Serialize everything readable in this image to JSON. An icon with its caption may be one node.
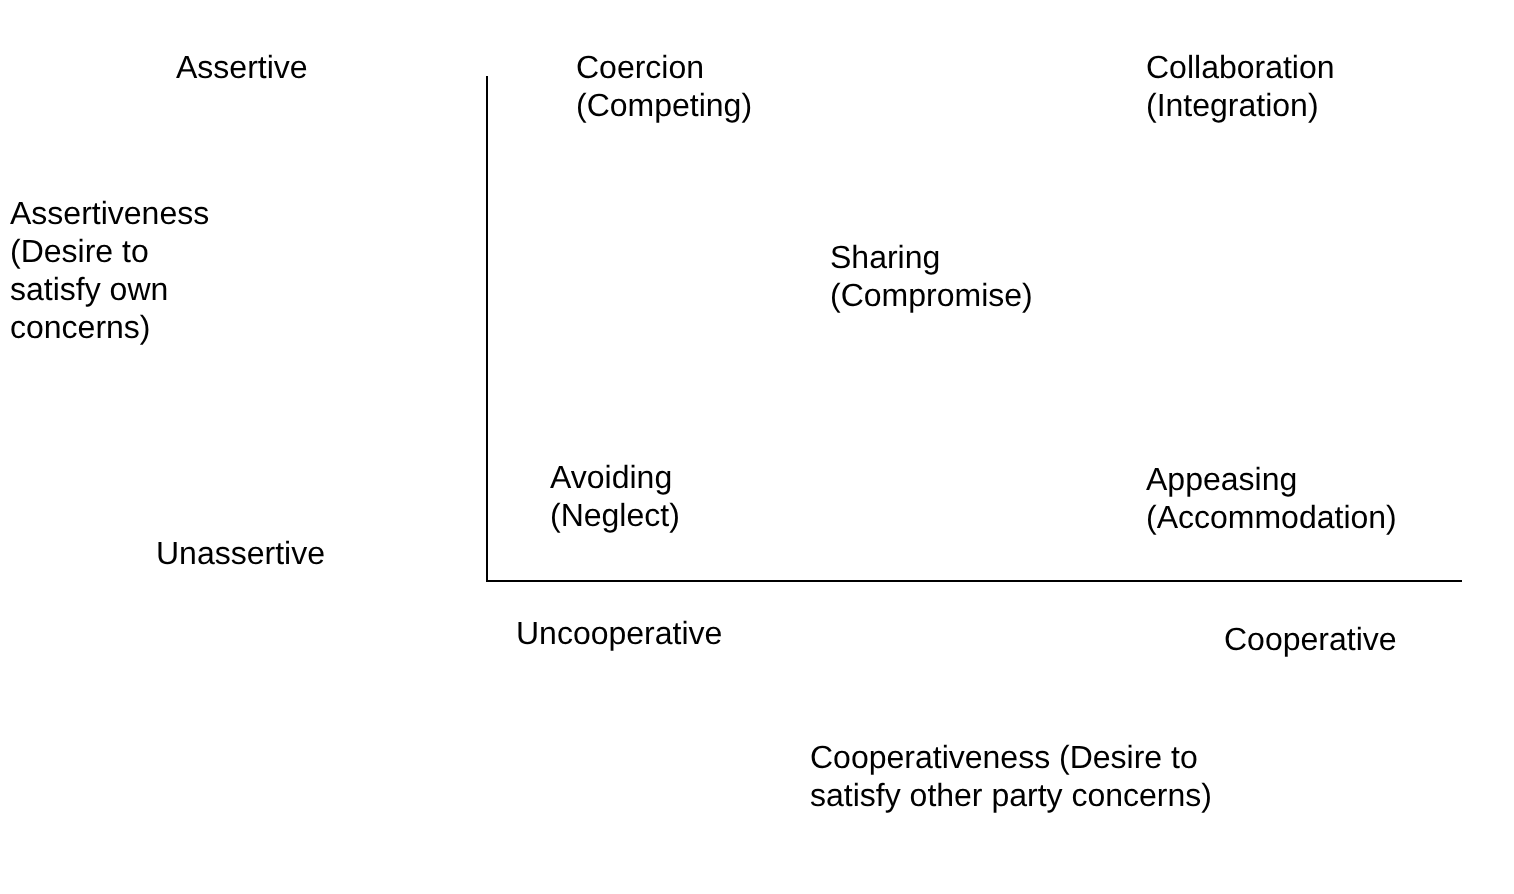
{
  "diagram": {
    "labels": [
      "Assertive",
      "Coercion (Competing)",
      "Collaboration (Integration)",
      "Assertiveness (Desire to satisfy own concerns)",
      "Sharing (Compromise)",
      "Avoiding (Neglect)",
      "Appeasing (Accommodation)",
      "Unassertive",
      "Uncooperative",
      "Cooperative",
      "Cooperativeness (Desire to satisfy other party concerns)"
    ]
  }
}
